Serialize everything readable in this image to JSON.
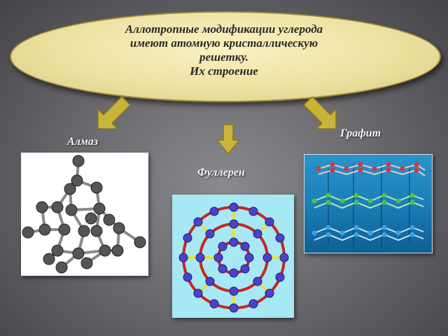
{
  "heading": {
    "line1": "Аллотропные  модификации  углерода",
    "line2": "имеют атомную кристаллическую",
    "line3": "решетку.",
    "line4": "Их строение"
  },
  "labels": {
    "diamond": "Алмаз",
    "fullerene": "Фуллерен",
    "graphite": "Графит"
  },
  "colors": {
    "arrow": "#c9b43a",
    "oval": "#ecdf9e",
    "fullerene_bg": "#a7e8f5",
    "graphite_bg": "#1b7fb8"
  },
  "images": {
    "diamond": "diamond-lattice-model",
    "fullerene": "fullerene-c60-model",
    "graphite": "graphite-layers-model"
  }
}
